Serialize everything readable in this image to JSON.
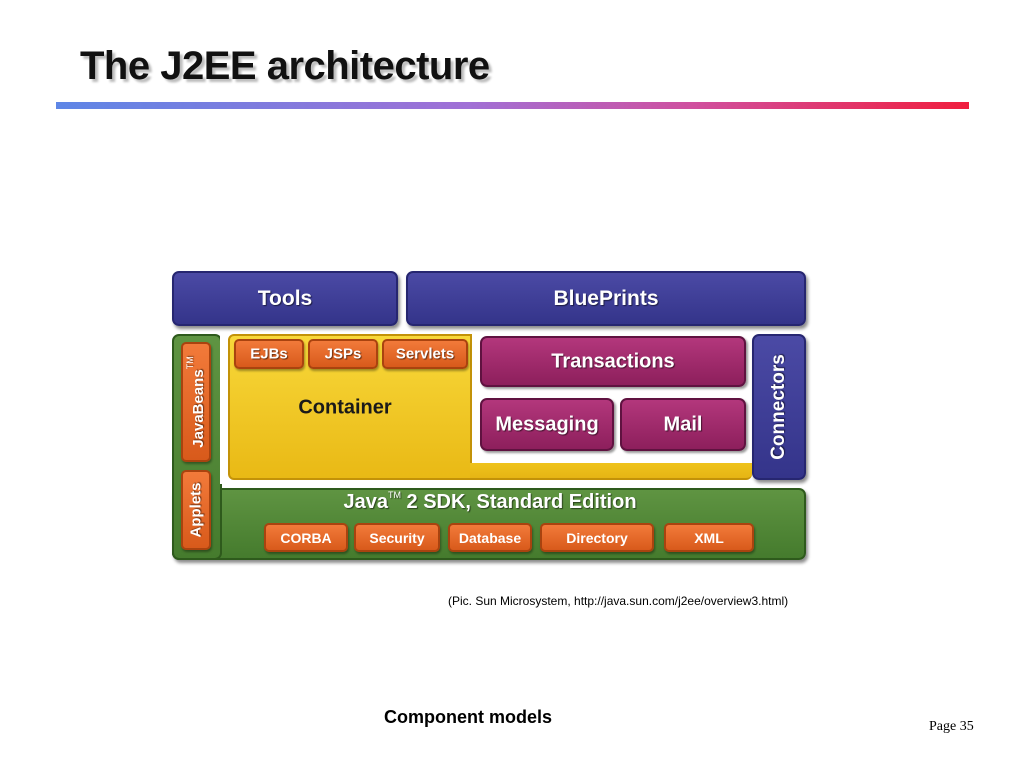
{
  "slide": {
    "title": "The J2EE architecture",
    "caption": "(Pic. Sun Microsystem, http://java.sun.com/j2ee/overview3.html)",
    "footer": "Component models",
    "page_label": "Page 35"
  },
  "diagram": {
    "tools": "Tools",
    "blueprints": "BluePrints",
    "javabeans": "JavaBeans",
    "javabeans_tm": "TM",
    "applets": "Applets",
    "container": "Container",
    "ejbs": "EJBs",
    "jsps": "JSPs",
    "servlets": "Servlets",
    "transactions": "Transactions",
    "messaging": "Messaging",
    "mail": "Mail",
    "connectors": "Connectors",
    "sdk_java": "Java",
    "sdk_tm": "TM",
    "sdk_rest": " 2 SDK, Standard Edition",
    "corba": "CORBA",
    "security": "Security",
    "database": "Database",
    "directory": "Directory",
    "xml": "XML"
  },
  "colors": {
    "purple": "#3d3d98",
    "green": "#4f8535",
    "yellow": "#f4cb25",
    "magenta": "#a02a6c",
    "orange": "#e8692a",
    "rule_start": "#5e86e6",
    "rule_end": "#f01e3e"
  }
}
